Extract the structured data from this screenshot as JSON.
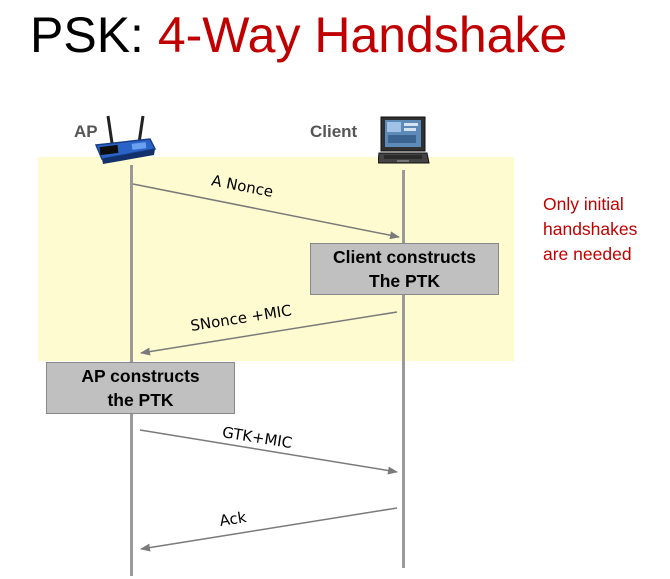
{
  "title": {
    "prefix": "PSK: ",
    "highlight": "4-Way Handshake"
  },
  "actors": {
    "ap": "AP",
    "client": "Client"
  },
  "messages": [
    {
      "label": "A Nonce"
    },
    {
      "label": "SNonce +MIC"
    },
    {
      "label": "GTK+MIC"
    },
    {
      "label": "Ack"
    }
  ],
  "boxes": {
    "client": {
      "line1": "Client constructs",
      "line2": "The PTK"
    },
    "ap": {
      "line1": "AP constructs",
      "line2": "the PTK"
    }
  },
  "note": {
    "line1": "Only initial",
    "line2": "handshakes",
    "line3": "are needed"
  },
  "colors": {
    "accent": "#c00000",
    "highlight_bg": "#fffbd0",
    "box_bg": "#c0c0c0"
  },
  "icons": {
    "ap": "wireless-router-icon",
    "client": "laptop-icon"
  }
}
